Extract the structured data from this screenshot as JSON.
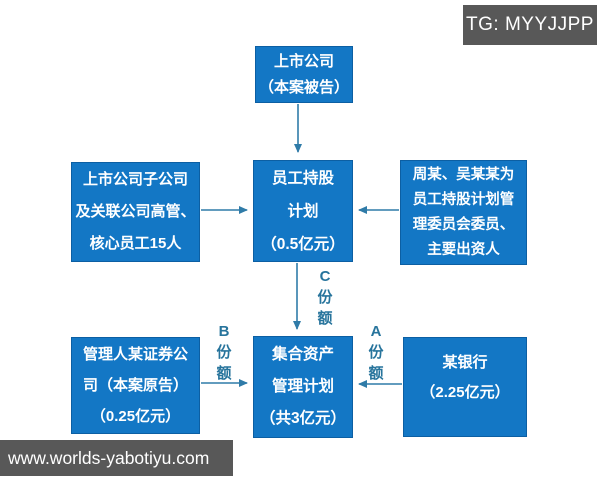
{
  "colors": {
    "box_blue": "#1377c5",
    "box_border": "#0c5fa3",
    "arrow_blue": "#2f7ba8",
    "label_blue": "#27749c",
    "watermark_bg": "#585858",
    "watermark_text": "#ffffff",
    "box_text": "#ffffff"
  },
  "watermarks": {
    "top_right": "TG: MYYJJPP",
    "bottom_left": "www.worlds-yabotiyu.com"
  },
  "diagram": {
    "nodes": {
      "listed_company": {
        "lines": [
          "上市公司",
          "（本案被告）"
        ]
      },
      "executives": {
        "lines": [
          "上市公司子公司",
          "及关联公司高管、",
          "核心员工15人"
        ]
      },
      "esop": {
        "lines": [
          "员工持股",
          "计划",
          "（0.5亿元）"
        ]
      },
      "committee": {
        "lines": [
          "周某、吴某某为",
          "员工持股计划管",
          "理委员会委员、",
          "主要出资人"
        ]
      },
      "manager": {
        "lines": [
          "管理人某证券公",
          "司（本案原告）",
          "（0.25亿元）"
        ]
      },
      "amp": {
        "lines": [
          "集合资产",
          "管理计划",
          "（共3亿元）"
        ]
      },
      "bank": {
        "lines": [
          "某银行",
          "（2.25亿元）"
        ]
      }
    },
    "edge_labels": {
      "c_share": {
        "chars": [
          "C",
          "份",
          "额"
        ]
      },
      "b_share": {
        "chars": [
          "B",
          "份",
          "额"
        ]
      },
      "a_share": {
        "chars": [
          "A",
          "份",
          "额"
        ]
      }
    }
  }
}
